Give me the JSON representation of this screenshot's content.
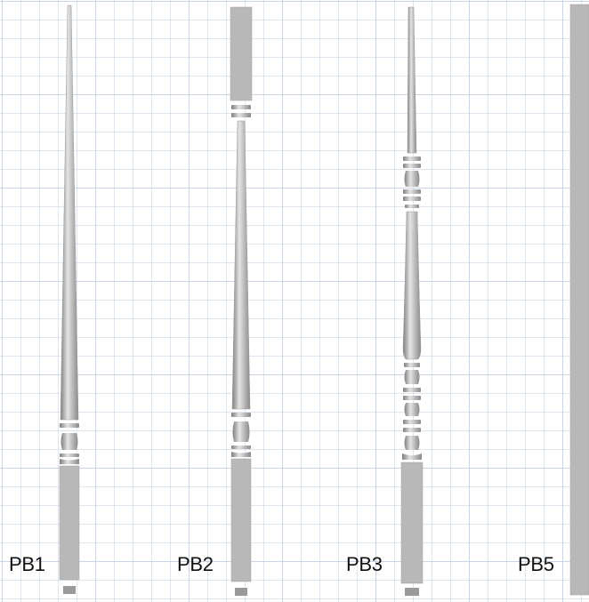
{
  "colors": {
    "metal_light": "#e4e4e4",
    "metal_mid": "#b9b9b9",
    "metal_dark": "#7f7f7f",
    "metal_solid": "#b8b8b8",
    "outline": "#9a9a9a",
    "grid_minor": "#c4d2e2",
    "grid_major": "#aabcd0",
    "label_text": "#111111"
  },
  "balusters": [
    {
      "label": "PB1"
    },
    {
      "label": "PB2"
    },
    {
      "label": "PB3"
    },
    {
      "label": "PB5"
    }
  ]
}
